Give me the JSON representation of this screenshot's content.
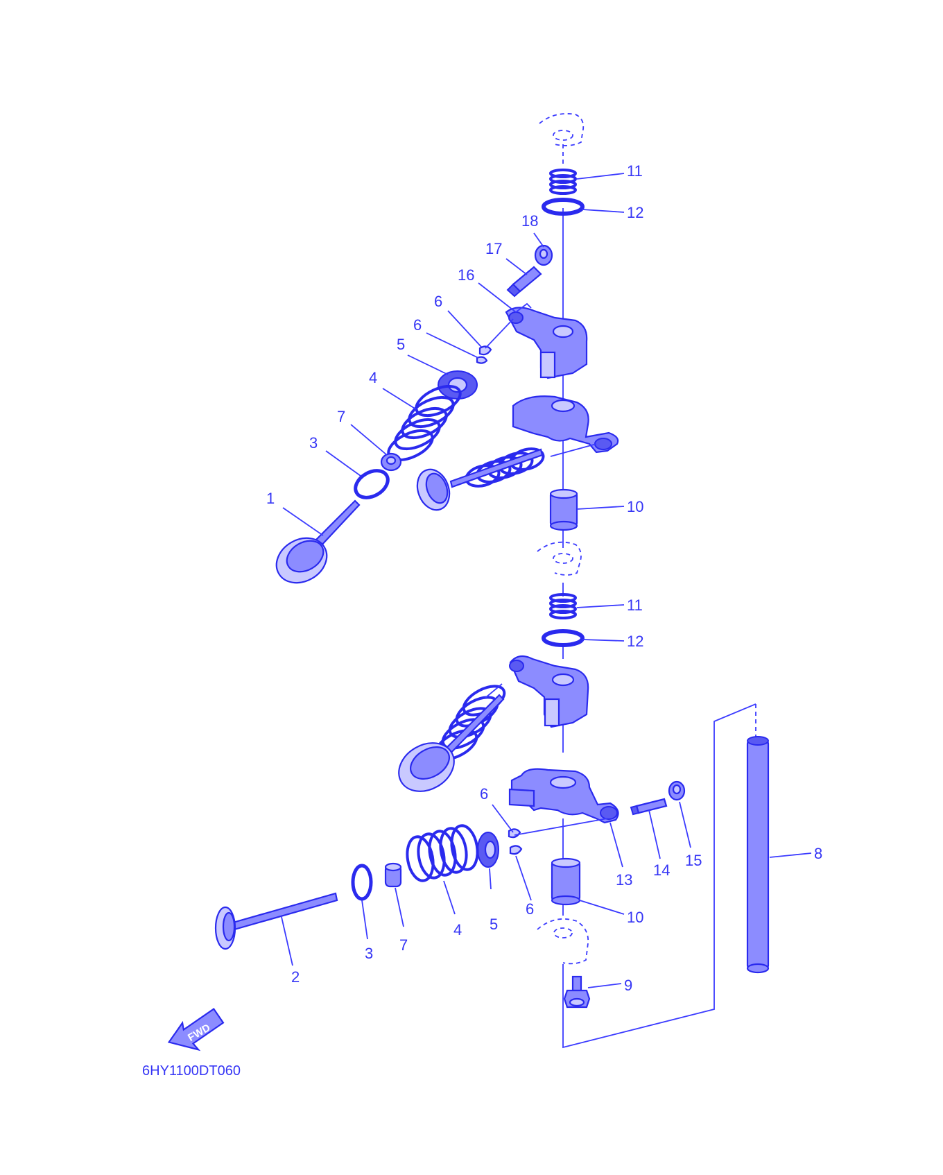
{
  "diagram": {
    "code": "6HY1100DT060",
    "fwd_label": "FWD",
    "callouts": [
      {
        "id": "c1",
        "text": "1"
      },
      {
        "id": "c2",
        "text": "2"
      },
      {
        "id": "c3a",
        "text": "3"
      },
      {
        "id": "c3b",
        "text": "3"
      },
      {
        "id": "c4a",
        "text": "4"
      },
      {
        "id": "c4b",
        "text": "4"
      },
      {
        "id": "c5a",
        "text": "5"
      },
      {
        "id": "c5b",
        "text": "5"
      },
      {
        "id": "c6a",
        "text": "6"
      },
      {
        "id": "c6b",
        "text": "6"
      },
      {
        "id": "c6c",
        "text": "6"
      },
      {
        "id": "c6d",
        "text": "6"
      },
      {
        "id": "c7a",
        "text": "7"
      },
      {
        "id": "c7b",
        "text": "7"
      },
      {
        "id": "c8",
        "text": "8"
      },
      {
        "id": "c9",
        "text": "9"
      },
      {
        "id": "c10a",
        "text": "10"
      },
      {
        "id": "c10b",
        "text": "10"
      },
      {
        "id": "c11a",
        "text": "11"
      },
      {
        "id": "c11b",
        "text": "11"
      },
      {
        "id": "c12a",
        "text": "12"
      },
      {
        "id": "c12b",
        "text": "12"
      },
      {
        "id": "c13",
        "text": "13"
      },
      {
        "id": "c14",
        "text": "14"
      },
      {
        "id": "c15",
        "text": "15"
      },
      {
        "id": "c16",
        "text": "16"
      },
      {
        "id": "c17",
        "text": "17"
      },
      {
        "id": "c18",
        "text": "18"
      }
    ],
    "colors": {
      "line": "#3b3bff",
      "part": "#8c8cff",
      "background": "#ffffff"
    }
  }
}
